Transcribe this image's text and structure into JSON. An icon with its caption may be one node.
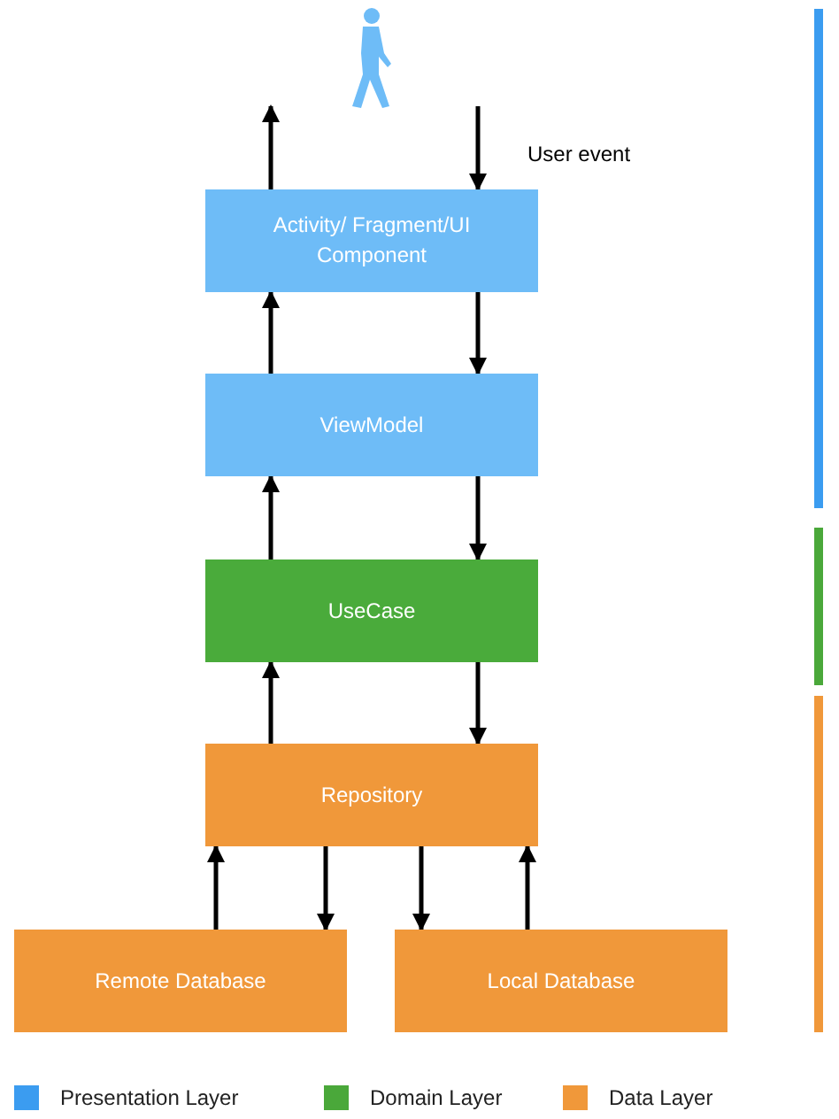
{
  "diagram": {
    "nodes": [
      {
        "text": [
          "Activity/ Fragment/UI Component"
        ]
      },
      {
        "text": [
          "ViewModel"
        ]
      },
      {
        "text": [
          "UseCase"
        ]
      },
      {
        "text": [
          "Repository"
        ]
      },
      {
        "text": [
          "Remote Database"
        ]
      },
      {
        "text": [
          "Local Database"
        ]
      }
    ],
    "edges": [
      {
        "from": 0,
        "to": null,
        "arrow": "to"
      },
      {
        "from": null,
        "to": 0,
        "arrow": "to",
        "label": "User event"
      },
      {
        "from": 1,
        "to": 0,
        "arrow": "to"
      },
      {
        "from": 0,
        "to": 1,
        "arrow": "to"
      },
      {
        "from": 2,
        "to": 1,
        "arrow": "to"
      },
      {
        "from": 1,
        "to": 2,
        "arrow": "to"
      },
      {
        "from": 3,
        "to": 2,
        "arrow": "to"
      },
      {
        "from": 2,
        "to": 3,
        "arrow": "to"
      },
      {
        "from": 4,
        "to": 3,
        "arrow": "to"
      },
      {
        "from": 3,
        "to": 4,
        "arrow": "to"
      },
      {
        "from": 3,
        "to": 5,
        "arrow": "to"
      },
      {
        "from": 5,
        "to": 3,
        "arrow": "to"
      }
    ],
    "legend": [
      {
        "text": "Presentation Layer",
        "color": "#3b9cf0"
      },
      {
        "text": "Domain Layer",
        "color": "#4aa83a"
      },
      {
        "text": "Data Layer",
        "color": "#f0983a"
      }
    ]
  }
}
